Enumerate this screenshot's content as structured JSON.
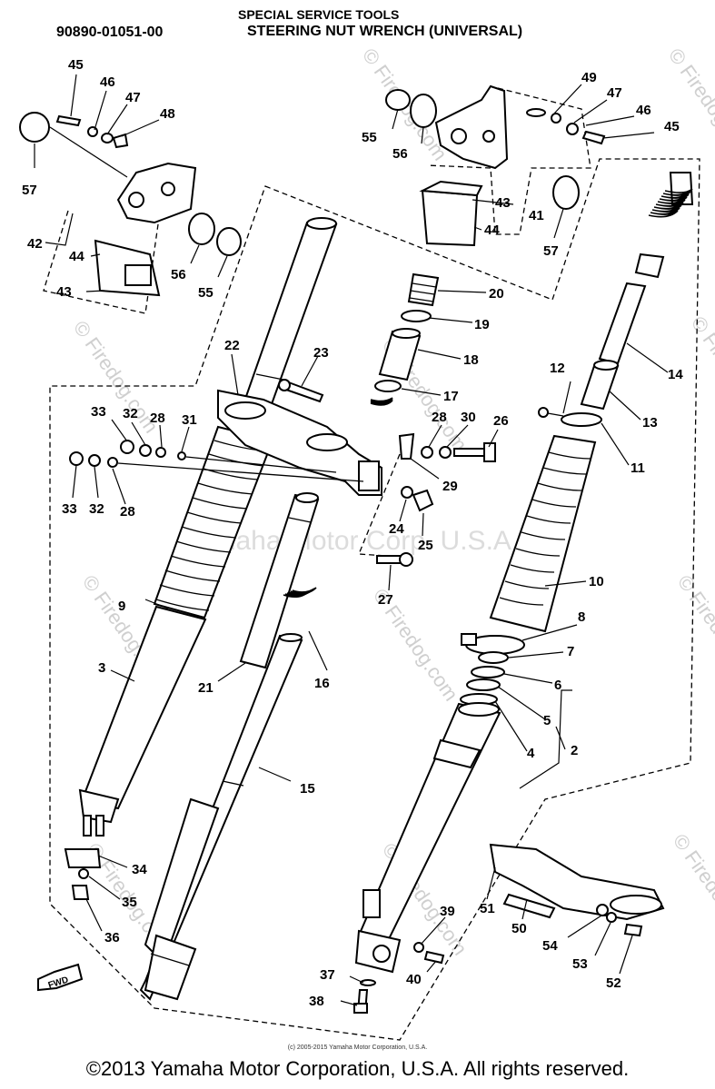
{
  "header": {
    "title": "SPECIAL SERVICE TOOLS",
    "tool_number": "90890-01051-00",
    "tool_name": "STEERING NUT WRENCH (UNIVERSAL)"
  },
  "callouts": {
    "c2": "2",
    "c3": "3",
    "c4": "4",
    "c5": "5",
    "c6": "6",
    "c7": "7",
    "c8": "8",
    "c9": "9",
    "c10": "10",
    "c11": "11",
    "c12": "12",
    "c13": "13",
    "c14": "14",
    "c15": "15",
    "c16": "16",
    "c17": "17",
    "c18": "18",
    "c19": "19",
    "c20": "20",
    "c21": "21",
    "c22": "22",
    "c23": "23",
    "c24": "24",
    "c25": "25",
    "c26": "26",
    "c27": "27",
    "c28a": "28",
    "c28b": "28",
    "c28c": "28",
    "c29": "29",
    "c30": "30",
    "c31": "31",
    "c32a": "32",
    "c32b": "32",
    "c33a": "33",
    "c33b": "33",
    "c34": "34",
    "c35": "35",
    "c36": "36",
    "c37": "37",
    "c38": "38",
    "c39": "39",
    "c40": "40",
    "c41": "41",
    "c42": "42",
    "c43a": "43",
    "c43b": "43",
    "c44a": "44",
    "c44b": "44",
    "c45a": "45",
    "c45b": "45",
    "c46a": "46",
    "c46b": "46",
    "c47a": "47",
    "c47b": "47",
    "c48": "48",
    "c49": "49",
    "c50": "50",
    "c51": "51",
    "c52": "52",
    "c53": "53",
    "c54": "54",
    "c55a": "55",
    "c55b": "55",
    "c56a": "56",
    "c56b": "56",
    "c57a": "57",
    "c57b": "57"
  },
  "fwd_marker": "FWD",
  "watermarks": {
    "site": "© Firedog.com",
    "main": "Yamaha Motor Corp. U.S.A."
  },
  "footer": {
    "small": "(c) 2005-2015 Yamaha Motor Corporation, U.S.A.",
    "copyright": "©2013 Yamaha Motor Corporation, U.S.A. All rights reserved."
  }
}
